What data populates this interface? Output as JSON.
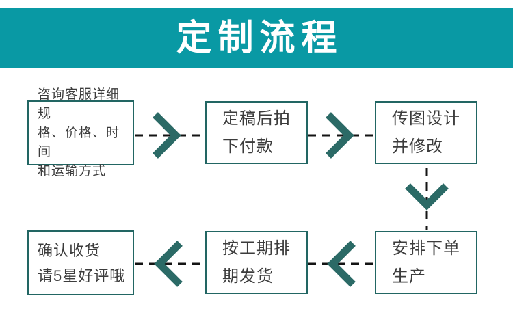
{
  "banner": {
    "title": "定制流程"
  },
  "steps": [
    {
      "name": "consult",
      "lines": [
        "咨询客服详细规",
        "格、价格、时间",
        "和运输方式"
      ]
    },
    {
      "name": "payment",
      "lines": [
        "定稿后拍",
        "下付款"
      ]
    },
    {
      "name": "design",
      "lines": [
        "传图设计",
        "并修改"
      ]
    },
    {
      "name": "production",
      "lines": [
        "安排下单",
        "生产"
      ]
    },
    {
      "name": "shipping",
      "lines": [
        "按工期排",
        "期发货"
      ]
    },
    {
      "name": "receipt",
      "lines": [
        "确认收货",
        "请5星好评哦"
      ]
    }
  ],
  "colors": {
    "page_bg": "#ffffff",
    "banner_bg": "#0999A4",
    "banner_text": "#ffffff",
    "box_border": "#226663",
    "chevron": "#2B6A66",
    "dash": "#141414",
    "text": "#3c3c3c"
  }
}
